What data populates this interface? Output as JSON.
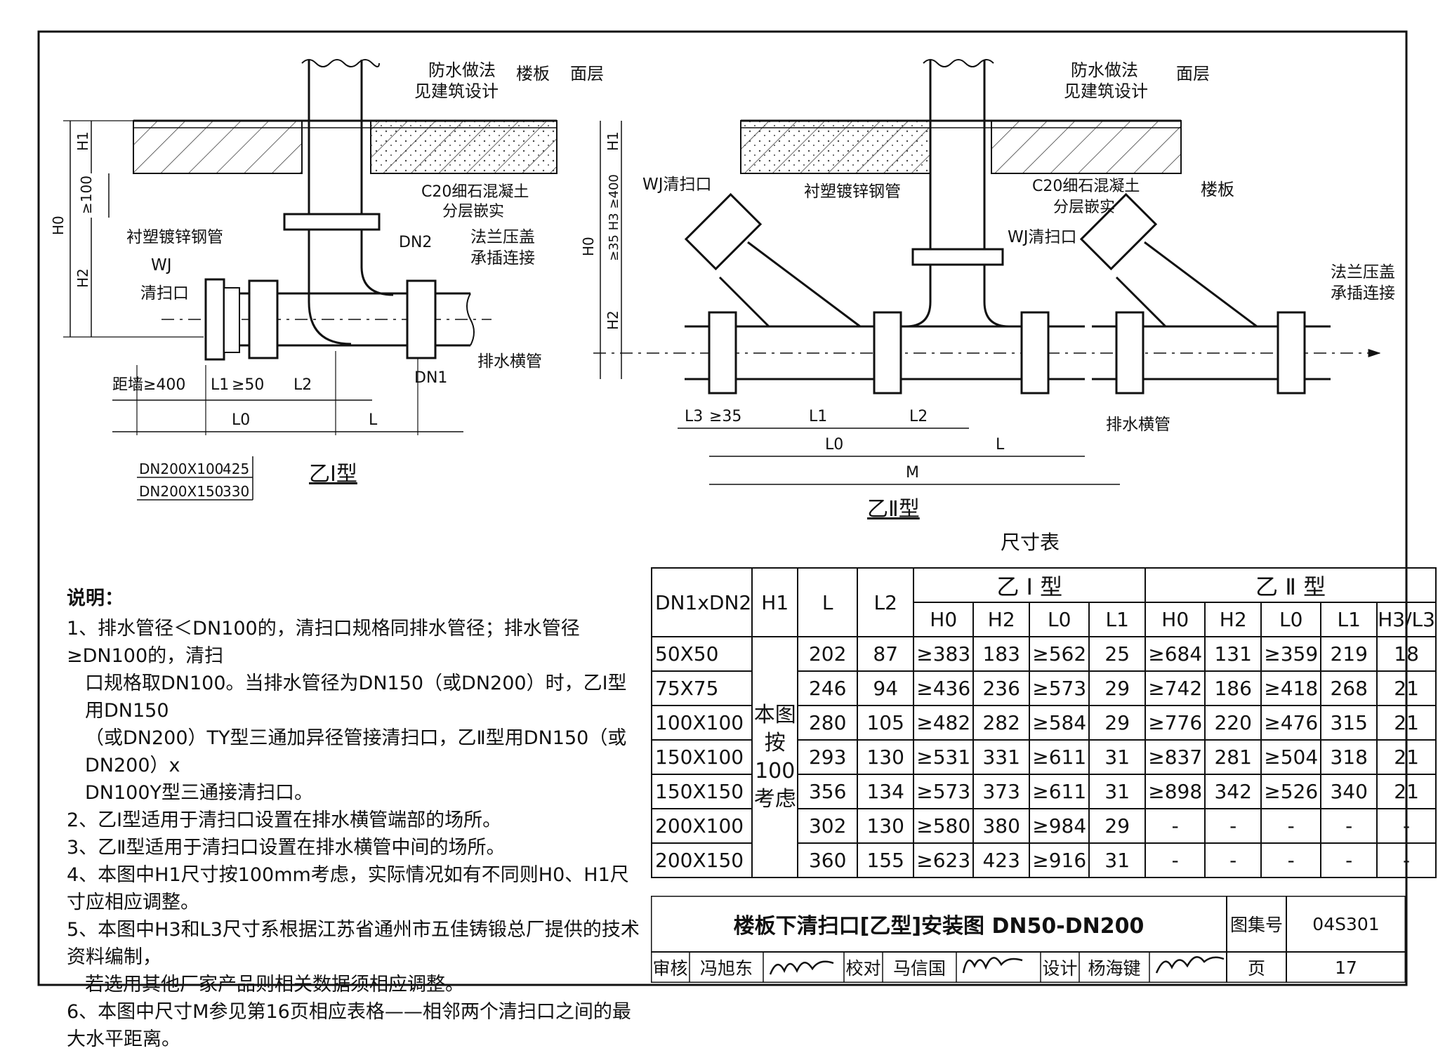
{
  "drawing": {
    "left_labels": {
      "waterproof_1": "防水做法",
      "waterproof_2": "见建筑设计",
      "floor_slab": "楼板",
      "surface": "面层",
      "c20_1": "C20细石混凝土",
      "c20_2": "分层嵌实",
      "pipe": "衬塑镀锌钢管",
      "wj": "WJ",
      "cleanout": "清扫口",
      "dn2": "DN2",
      "flange_1": "法兰压盖",
      "flange_2": "承插连接",
      "drain": "排水横管",
      "dn1": "DN1",
      "h1": "H1",
      "ge100": "≥100",
      "h0": "H0",
      "h2": "H2",
      "wall_dist": "距墙≥400",
      "l1": "L1",
      "ge50": "≥50",
      "l2": "L2",
      "l0": "L0",
      "l": "L",
      "dn200x100": "DN200X100",
      "dn200x100_val": "425",
      "dn200x150": "DN200X150",
      "dn200x150_val": "330",
      "type_label": "乙Ⅰ型"
    },
    "right_labels": {
      "waterproof_1": "防水做法",
      "waterproof_2": "见建筑设计",
      "surface": "面层",
      "floor_slab": "楼板",
      "c20_1": "C20细石混凝土",
      "c20_2": "分层嵌实",
      "wj_cleanout_1": "WJ清扫口",
      "wj_cleanout_2": "WJ清扫口",
      "pipe": "衬塑镀锌钢管",
      "flange_1": "法兰压盖",
      "flange_2": "承插连接",
      "drain": "排水横管",
      "h1": "H1",
      "h3": "≥35 H3 ≥400",
      "h0": "H0",
      "h2": "H2",
      "l3": "L3",
      "ge35": "≥35",
      "l1": "L1",
      "l2": "L2",
      "l0": "L0",
      "l": "L",
      "m": "M",
      "type_label": "乙Ⅱ型"
    }
  },
  "table": {
    "caption": "尺寸表",
    "headers": {
      "dn": "DN1xDN2",
      "h1": "H1",
      "l": "L",
      "l2": "L2",
      "type1": "乙 Ⅰ 型",
      "type2": "乙 Ⅱ 型",
      "sub1": [
        "H0",
        "H2",
        "L0",
        "L1"
      ],
      "sub2": [
        "H0",
        "H2",
        "L0",
        "L1",
        "H3/L3"
      ]
    },
    "h1_note": [
      "本图",
      "按100",
      "考虑"
    ],
    "rows": [
      {
        "dn": "50X50",
        "l": "202",
        "l2": "87",
        "t1": [
          "≥383",
          "183",
          "≥562",
          "25"
        ],
        "t2": [
          "≥684",
          "131",
          "≥359",
          "219",
          "18"
        ]
      },
      {
        "dn": "75X75",
        "l": "246",
        "l2": "94",
        "t1": [
          "≥436",
          "236",
          "≥573",
          "29"
        ],
        "t2": [
          "≥742",
          "186",
          "≥418",
          "268",
          "21"
        ]
      },
      {
        "dn": "100X100",
        "l": "280",
        "l2": "105",
        "t1": [
          "≥482",
          "282",
          "≥584",
          "29"
        ],
        "t2": [
          "≥776",
          "220",
          "≥476",
          "315",
          "21"
        ]
      },
      {
        "dn": "150X100",
        "l": "293",
        "l2": "130",
        "t1": [
          "≥531",
          "331",
          "≥611",
          "31"
        ],
        "t2": [
          "≥837",
          "281",
          "≥504",
          "318",
          "21"
        ]
      },
      {
        "dn": "150X150",
        "l": "356",
        "l2": "134",
        "t1": [
          "≥573",
          "373",
          "≥611",
          "31"
        ],
        "t2": [
          "≥898",
          "342",
          "≥526",
          "340",
          "21"
        ]
      },
      {
        "dn": "200X100",
        "l": "302",
        "l2": "130",
        "t1": [
          "≥580",
          "380",
          "≥984",
          "29"
        ],
        "t2": [
          "-",
          "-",
          "-",
          "-",
          "-"
        ]
      },
      {
        "dn": "200X150",
        "l": "360",
        "l2": "155",
        "t1": [
          "≥623",
          "423",
          "≥916",
          "31"
        ],
        "t2": [
          "-",
          "-",
          "-",
          "-",
          "-"
        ]
      }
    ]
  },
  "notes": {
    "heading": "说明：",
    "items": [
      [
        "1、排水管径＜DN100的，清扫口规格同排水管径；排水管径≥DN100的，清扫",
        "口规格取DN100。当排水管径为DN150（或DN200）时，乙Ⅰ型用DN150",
        "（或DN200）TY型三通加异径管接清扫口，乙Ⅱ型用DN150（或DN200）x",
        "DN100Y型三通接清扫口。"
      ],
      [
        "2、乙Ⅰ型适用于清扫口设置在排水横管端部的场所。"
      ],
      [
        "3、乙Ⅱ型适用于清扫口设置在排水横管中间的场所。"
      ],
      [
        "4、本图中H1尺寸按100mm考虑，实际情况如有不同则H0、H1尺寸应相应调整。"
      ],
      [
        "5、本图中H3和L3尺寸系根据江苏省通州市五佳铸锻总厂提供的技术资料编制，",
        "若选用其他厂家产品则相关数据须相应调整。"
      ],
      [
        "6、本图中尺寸M参见第16页相应表格——相邻两个清扫口之间的最大水平距离。"
      ]
    ]
  },
  "title_block": {
    "title": "楼板下清扫口[乙型]安装图 DN50-DN200",
    "atlas_label": "图集号",
    "atlas_no": "04S301",
    "review_label": "审核",
    "reviewer": "冯旭东",
    "check_label": "校对",
    "checker": "马信国",
    "design_label": "设计",
    "designer": "杨海键",
    "page_label": "页",
    "page_no": "17"
  }
}
